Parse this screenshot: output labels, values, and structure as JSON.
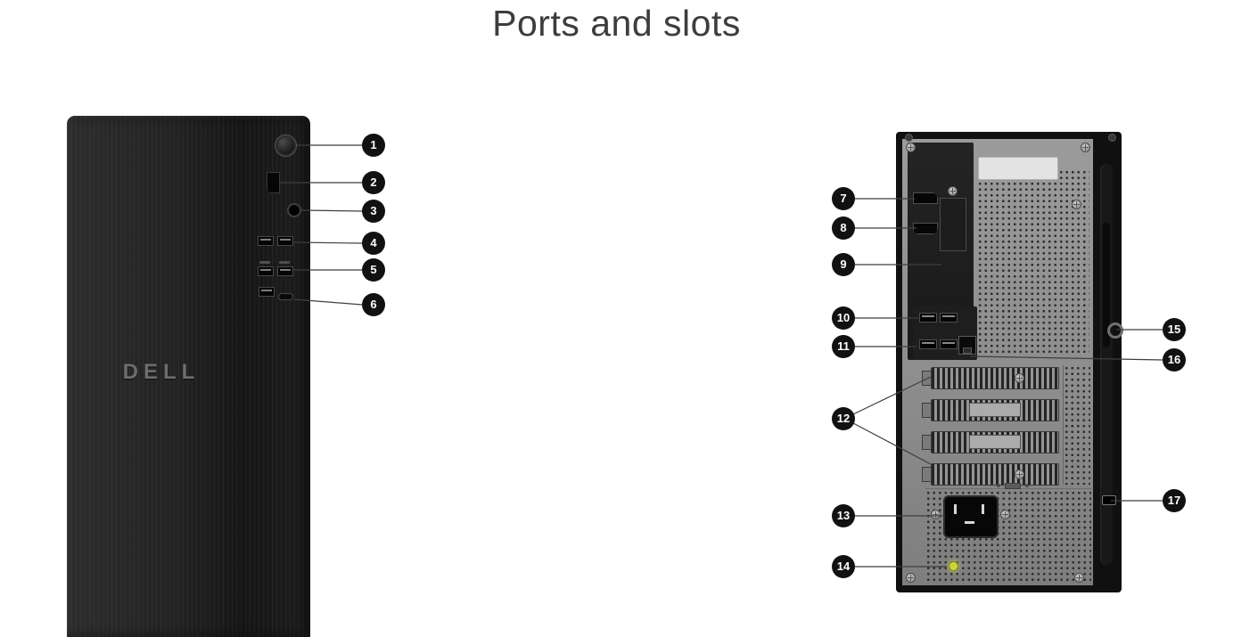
{
  "page": {
    "title": "Ports and slots"
  },
  "front_view": {
    "name": "front-view",
    "logo_text": "DELL",
    "callouts": [
      {
        "number": "1"
      },
      {
        "number": "2"
      },
      {
        "number": "3"
      },
      {
        "number": "4"
      },
      {
        "number": "5"
      },
      {
        "number": "6"
      }
    ]
  },
  "rear_view": {
    "name": "rear-view",
    "callouts_left": [
      {
        "number": "7"
      },
      {
        "number": "8"
      },
      {
        "number": "9"
      },
      {
        "number": "10"
      },
      {
        "number": "11"
      },
      {
        "number": "12"
      },
      {
        "number": "13"
      },
      {
        "number": "14"
      }
    ],
    "callouts_right": [
      {
        "number": "15"
      },
      {
        "number": "16"
      },
      {
        "number": "17"
      }
    ]
  },
  "icons": {
    "power-button-icon": "circle",
    "sd-card-slot-icon": "notched-rect",
    "headset-jack-icon": "ring-circle",
    "usb-a-port-icon": "rect-with-tongue",
    "usb-c-port-icon": "rounded-pill",
    "displayport-icon": "d-shaped-rect",
    "hdmi-port-icon": "trapezoid-rect",
    "ethernet-port-icon": "rj45-rect",
    "expansion-slot-icon": "hatched-bar",
    "power-inlet-icon": "rounded-rect-3-pin",
    "diagnostic-led-icon": "green-dot",
    "padlock-ring-icon": "ring",
    "security-cable-slot-icon": "small-slot",
    "screw-icon": "phillips-cross-circle"
  },
  "colors": {
    "badge_bg": "#111111",
    "badge_text": "#ffffff",
    "front_chassis": "#1f1f1f",
    "rear_panel": "#8f8f8f",
    "diagnostic_led": "#c9d63b",
    "title_text": "#3d3d3d"
  }
}
